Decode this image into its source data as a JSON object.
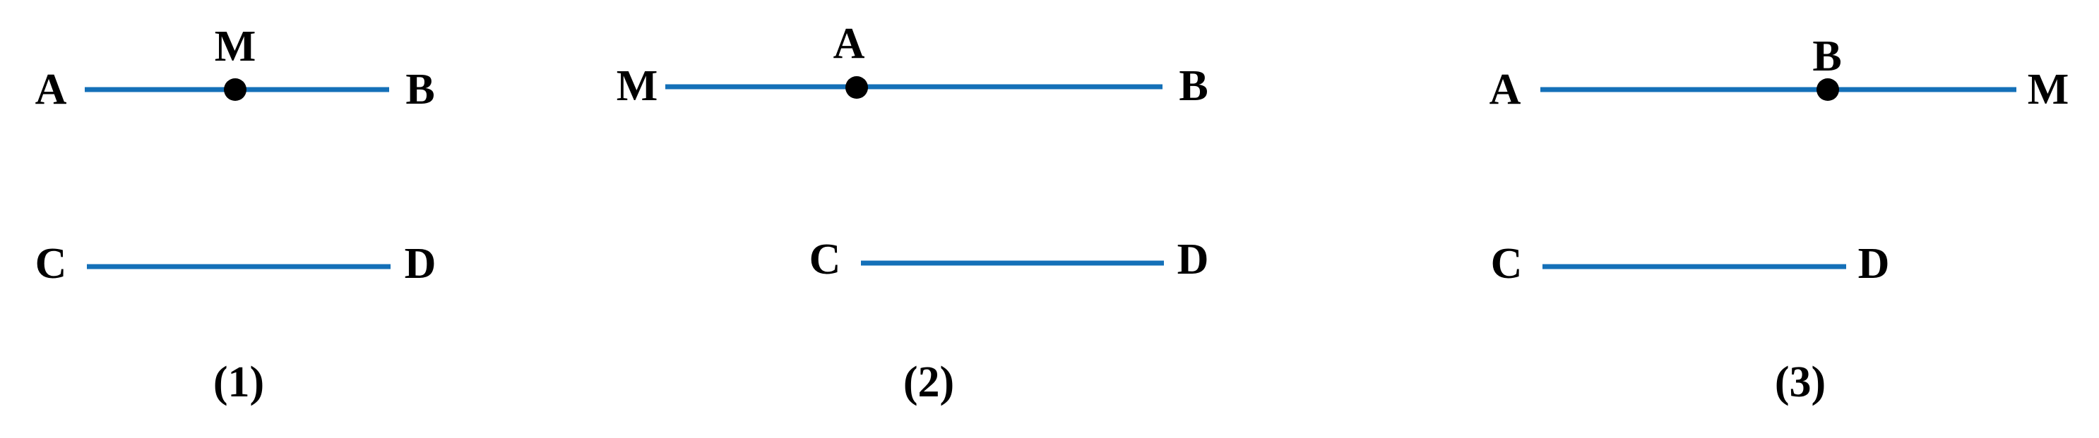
{
  "colors": {
    "segment": "#1470B8",
    "point": "#000000",
    "text": "#000000",
    "background": "#FFFFFF"
  },
  "figures": [
    {
      "caption": "(1)",
      "top_line": {
        "left": "A",
        "right": "B",
        "point": "M"
      },
      "bottom_line": {
        "left": "C",
        "right": "D"
      }
    },
    {
      "caption": "(2)",
      "top_line": {
        "left": "M",
        "right": "B",
        "point": "A"
      },
      "bottom_line": {
        "left": "C",
        "right": "D"
      }
    },
    {
      "caption": "(3)",
      "top_line": {
        "left": "A",
        "right": "M",
        "point": "B"
      },
      "bottom_line": {
        "left": "C",
        "right": "D"
      }
    }
  ]
}
